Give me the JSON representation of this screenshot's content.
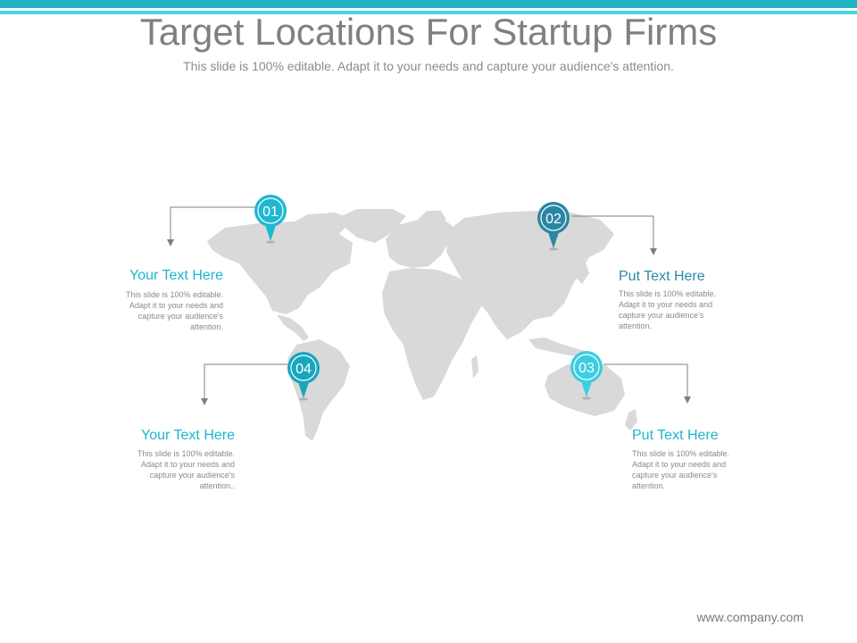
{
  "header": {
    "title": "Target Locations For Startup Firms",
    "subtitle": "This slide is 100% editable. Adapt it to your needs and capture your audience's attention."
  },
  "colors": {
    "accent_light": "#1fb8d0",
    "accent_dark": "#2b86a4",
    "map_land": "#d9d9d9",
    "connector": "#7f7f7f"
  },
  "pins": [
    {
      "number": "01",
      "color": "#1fb8d0"
    },
    {
      "number": "02",
      "color": "#2b86a4"
    },
    {
      "number": "03",
      "color": "#3ccde2"
    },
    {
      "number": "04",
      "color": "#17a7bd"
    }
  ],
  "callouts": [
    {
      "heading": "Your Text Here",
      "lines": [
        "This slide is 100% editable.",
        "Adapt it to your needs and",
        "capture your audience's",
        "attention."
      ]
    },
    {
      "heading": "Put Text Here",
      "lines": [
        "This slide is 100% editable.",
        "Adapt it to your needs and",
        "capture your audience's",
        "attention."
      ]
    },
    {
      "heading": "Put Text Here",
      "lines": [
        "This slide is 100% editable.",
        "Adapt it to your needs and",
        "capture your audience's",
        "attention."
      ]
    },
    {
      "heading": "Your Text Here",
      "lines": [
        "This slide is 100% editable.",
        "Adapt it to your needs and",
        "capture your audience's",
        "attention.."
      ]
    }
  ],
  "footer": {
    "website": "www.company.com"
  }
}
